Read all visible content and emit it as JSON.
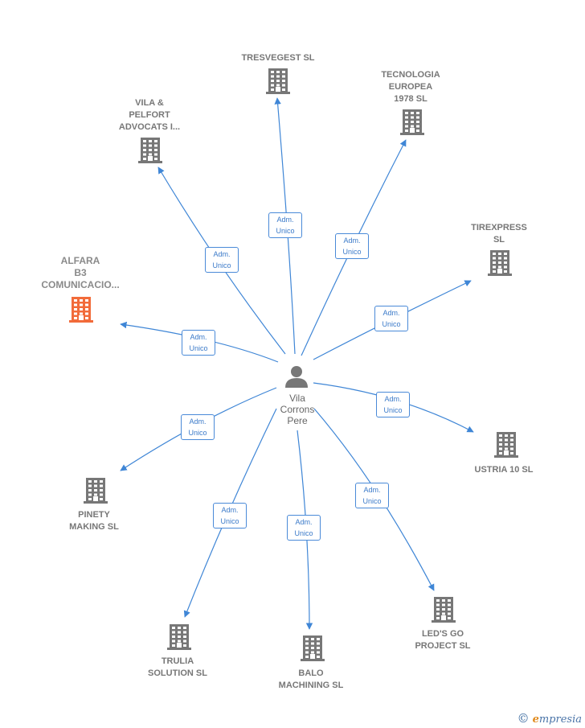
{
  "center": {
    "name": "Vila\nCorrons\nPere",
    "icon": "person-icon",
    "color": "#777777"
  },
  "edge_label": {
    "line1": "Adm.",
    "line2": "Unico"
  },
  "nodes": [
    {
      "id": "tresvegest",
      "name": "TRESVEGEST SL",
      "icon": "building-icon",
      "highlight": false
    },
    {
      "id": "tecnologia",
      "name": "TECNOLOGIA\nEUROPEA\n1978  SL",
      "icon": "building-icon",
      "highlight": false
    },
    {
      "id": "vila-pelfort",
      "name": "VILA &\nPELFORT\nADVOCATS I...",
      "icon": "building-icon",
      "highlight": false
    },
    {
      "id": "tirexpress",
      "name": "TIREXPRESS\nSL",
      "icon": "building-icon",
      "highlight": false
    },
    {
      "id": "alfara",
      "name": "ALFARA\nB3\nCOMUNICACIO...",
      "icon": "building-icon",
      "highlight": true
    },
    {
      "id": "ustria",
      "name": "USTRIA 10  SL",
      "icon": "building-icon",
      "highlight": false
    },
    {
      "id": "pinety",
      "name": "PINETY\nMAKING  SL",
      "icon": "building-icon",
      "highlight": false
    },
    {
      "id": "leds-go",
      "name": "LED'S GO\nPROJECT SL",
      "icon": "building-icon",
      "highlight": false
    },
    {
      "id": "trulia",
      "name": "TRULIA\nSOLUTION  SL",
      "icon": "building-icon",
      "highlight": false
    },
    {
      "id": "balo",
      "name": "BALO\nMACHINING  SL",
      "icon": "building-icon",
      "highlight": false
    }
  ],
  "colors": {
    "edge": "#3f86d6",
    "building": "#777777",
    "highlight": "#f26b3a"
  },
  "footer": {
    "copyright_symbol": "©",
    "brand_initial": "e",
    "brand_rest": "mpresia"
  }
}
